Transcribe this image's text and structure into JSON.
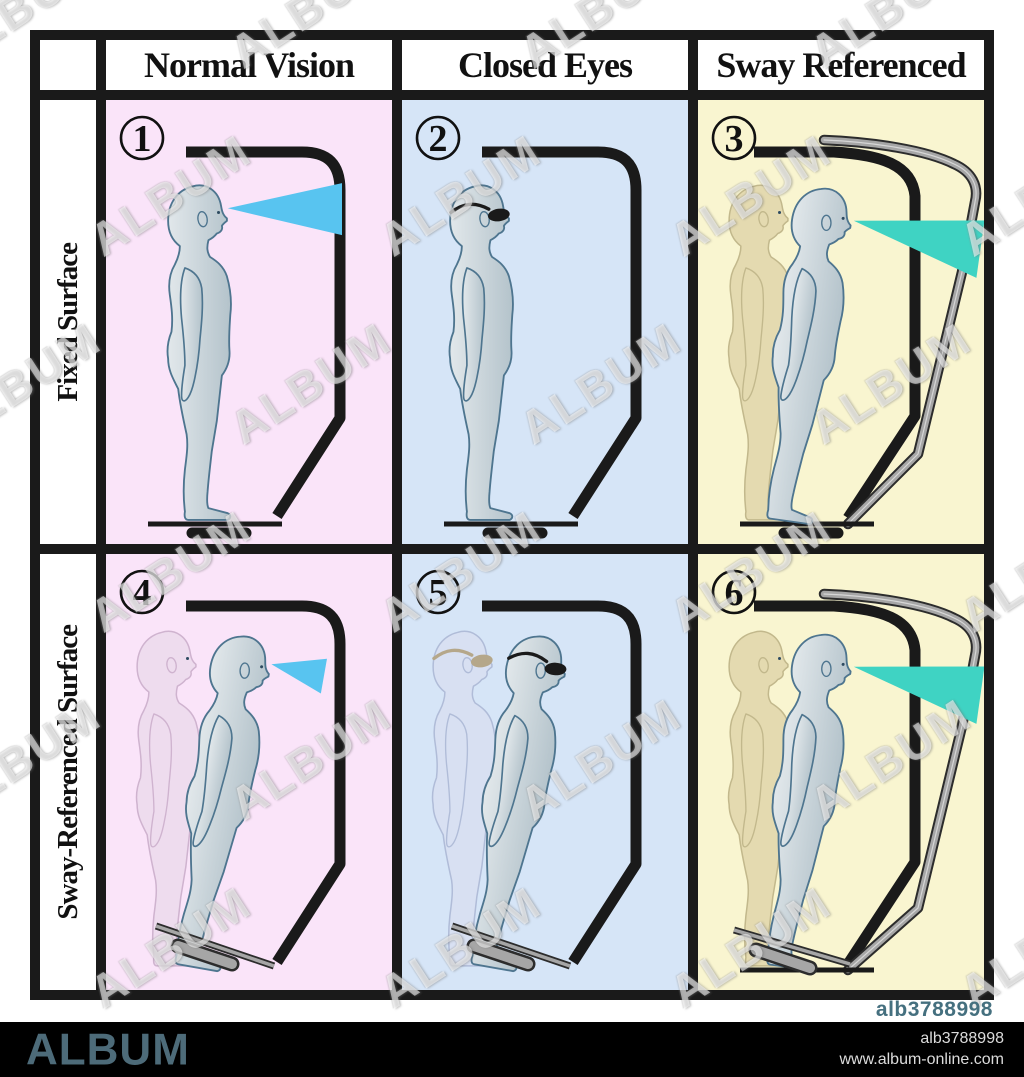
{
  "table": {
    "column_headers": [
      "Normal Vision",
      "Closed Eyes",
      "Sway Referenced"
    ],
    "row_headers": [
      "Fixed Surface",
      "Sway-Referenced Surface"
    ],
    "conditions": [
      {
        "number": "1",
        "name": "normal-vision-fixed-surface",
        "background": "#fae4f9",
        "vision_cone": "#58c4f0",
        "blindfold": false,
        "ghost_fill": null,
        "ghost_stroke": null,
        "ghost_blindfold": false,
        "figure_lean_deg": 0,
        "visual_surround": "fixed",
        "support_surface": "fixed",
        "floor_line": true
      },
      {
        "number": "2",
        "name": "closed-eyes-fixed-surface",
        "background": "#d6e5f7",
        "vision_cone": null,
        "blindfold": true,
        "ghost_fill": null,
        "ghost_stroke": null,
        "ghost_blindfold": false,
        "figure_lean_deg": 0,
        "visual_surround": "fixed",
        "support_surface": "fixed",
        "floor_line": true
      },
      {
        "number": "3",
        "name": "sway-referenced-vision-fixed-surface",
        "background": "#f9f5d0",
        "vision_cone": "#3fd3c3",
        "blindfold": false,
        "ghost_fill": "#e4dab0",
        "ghost_stroke": "#c2b88c",
        "ghost_blindfold": false,
        "figure_lean_deg": 8,
        "visual_surround": "sway",
        "support_surface": "fixed",
        "floor_line": true
      },
      {
        "number": "4",
        "name": "normal-vision-sway-surface",
        "background": "#fae4f9",
        "vision_cone": "#58c4f0",
        "blindfold": false,
        "ghost_fill": "#eedcee",
        "ghost_stroke": "#cfb3cf",
        "ghost_blindfold": false,
        "figure_lean_deg": 10,
        "visual_surround": "fixed",
        "support_surface": "sway",
        "floor_line": false
      },
      {
        "number": "5",
        "name": "closed-eyes-sway-surface",
        "background": "#d6e5f7",
        "vision_cone": null,
        "blindfold": true,
        "ghost_fill": "#d8e0f2",
        "ghost_stroke": "#b0bcd8",
        "ghost_blindfold": true,
        "figure_lean_deg": 10,
        "visual_surround": "fixed",
        "support_surface": "sway",
        "floor_line": false
      },
      {
        "number": "6",
        "name": "sway-referenced-vision-sway-surface",
        "background": "#f9f5d0",
        "vision_cone": "#3fd3c3",
        "blindfold": false,
        "ghost_fill": "#e4dab0",
        "ghost_stroke": "#c2b88c",
        "ghost_blindfold": false,
        "figure_lean_deg": 8,
        "visual_surround": "sway",
        "support_surface": "sway",
        "floor_line": true
      }
    ],
    "figure_colors": {
      "main_fill_light": "#e2e8eb",
      "main_fill_dark": "#b4c3cb",
      "main_stroke": "#4e758f",
      "frame_black": "#1a1a1a",
      "surround_gray": "#a6a6a6",
      "surround_outline": "#2c2c2c",
      "blindfold_black": "#1a1a1a",
      "blindfold_ghost": "#b5a78a"
    }
  },
  "watermark": {
    "text": "ALBUM"
  },
  "footer": {
    "brand": "ALBUM",
    "brand_color": "#4d6b79",
    "image_id": "alb3788998",
    "website": "www.album-online.com"
  }
}
